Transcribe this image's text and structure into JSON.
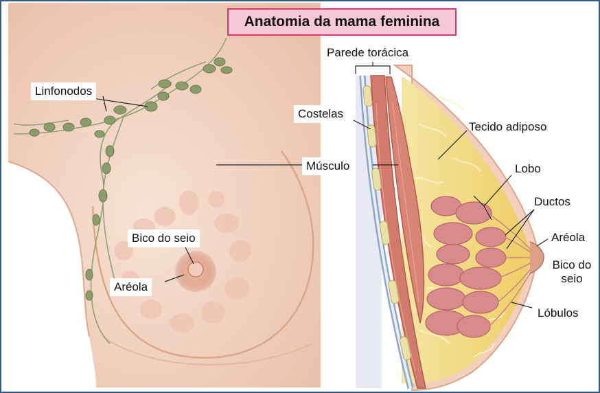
{
  "title": "Anatomia da mama feminina",
  "labels": {
    "linfonodos": "Linfonodos",
    "bico_do_seio": "Bico do seio",
    "areola_front": "Aréola",
    "parede_toracica": "Parede torácica",
    "costelas": "Costelas",
    "musculo": "Músculo",
    "tecido_adiposo": "Tecido adiposo",
    "lobo": "Lobo",
    "ductos": "Ductos",
    "areola_side": "Aréola",
    "bico_do_seio_side_line1": "Bico do",
    "bico_do_seio_side_line2": "seio",
    "lobulos": "Lóbulos"
  },
  "colors": {
    "frame_border": "#2f5c8a",
    "title_background": "#f7c8d6",
    "title_border": "#d23c6a",
    "skin": "#f3d5c3",
    "adipose": "#f3dc7e",
    "lobules": "#d98a8c",
    "lymph_node": "#8c9c6a",
    "muscle": "#d27b6d"
  }
}
